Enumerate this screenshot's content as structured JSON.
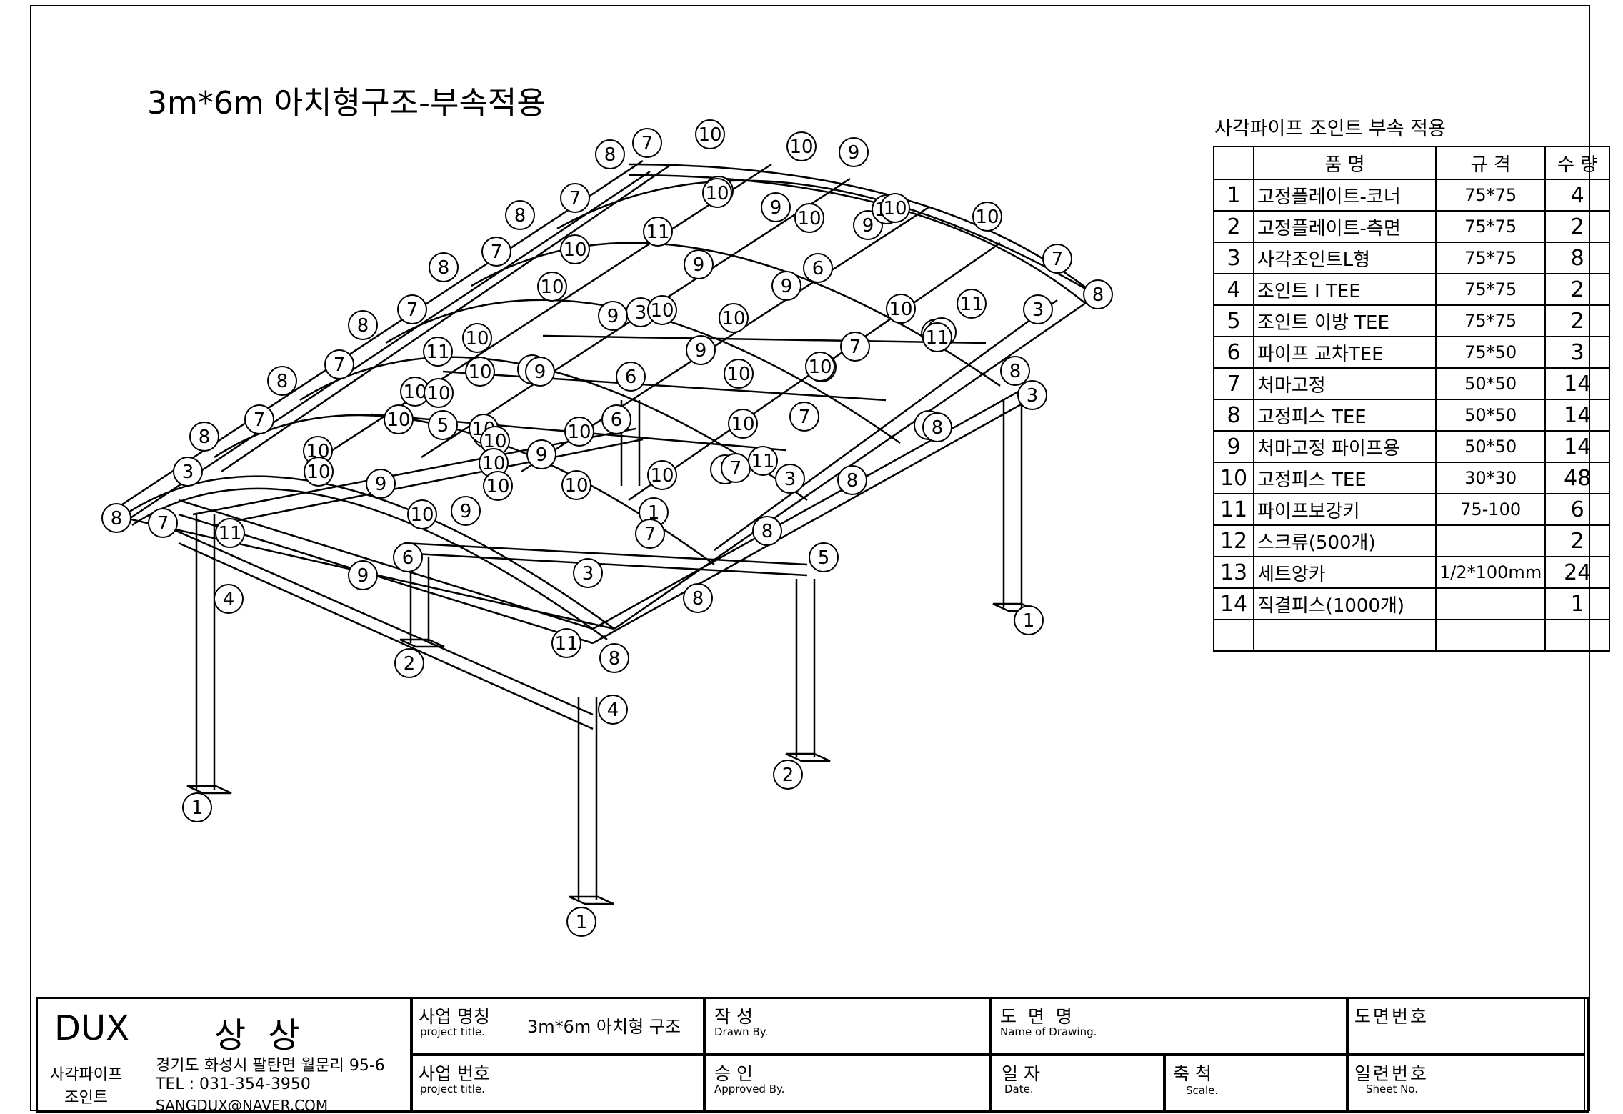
{
  "drawing_title": "3m*6m 아치형구조-부속적용",
  "parts_table": {
    "caption": "사각파이프 조인트 부속 적용",
    "headers": {
      "name": "품        명",
      "spec": "규   격",
      "qty": "수  량"
    },
    "rows": [
      {
        "no": "1",
        "name": "고정플레이트-코너",
        "spec": "75*75",
        "qty": "4"
      },
      {
        "no": "2",
        "name": "고정플레이트-측면",
        "spec": "75*75",
        "qty": "2"
      },
      {
        "no": "3",
        "name": "사각조인트L형",
        "spec": "75*75",
        "qty": "8"
      },
      {
        "no": "4",
        "name": "조인트 I TEE",
        "spec": "75*75",
        "qty": "2"
      },
      {
        "no": "5",
        "name": "조인트 이방 TEE",
        "spec": "75*75",
        "qty": "2"
      },
      {
        "no": "6",
        "name": "파이프 교차TEE",
        "spec": "75*50",
        "qty": "3"
      },
      {
        "no": "7",
        "name": "처마고정",
        "spec": "50*50",
        "qty": "14"
      },
      {
        "no": "8",
        "name": "고정피스 TEE",
        "spec": "50*50",
        "qty": "14"
      },
      {
        "no": "9",
        "name": "처마고정 파이프용",
        "spec": "50*50",
        "qty": "14"
      },
      {
        "no": "10",
        "name": "고정피스 TEE",
        "spec": "30*30",
        "qty": "48"
      },
      {
        "no": "11",
        "name": "파이프보강키",
        "spec": "75-100",
        "qty": "6"
      },
      {
        "no": "12",
        "name": "스크류(500개)",
        "spec": "",
        "qty": "2"
      },
      {
        "no": "13",
        "name": "세트앙카",
        "spec": "1/2*100mm",
        "qty": "24"
      },
      {
        "no": "14",
        "name": "직결피스(1000개)",
        "spec": "",
        "qty": "1"
      },
      {
        "no": "",
        "name": "",
        "spec": "",
        "qty": ""
      }
    ]
  },
  "title_block": {
    "company": "DUX",
    "company_korean": "상 상",
    "product_line": "사각파이프\n조인트",
    "address": "경기도 화성시 팔탄면 월문리 95-6",
    "tel": "TEL : 031-354-3950",
    "email": "SANGDUX@NAVER.COM",
    "project_name_label": "사업 명칭",
    "project_name_sub": "project title.",
    "project_name_value": "3m*6m 아치형 구조",
    "project_no_label": "사업 번호",
    "project_no_sub": "project title.",
    "drawn_label": "작    성",
    "drawn_sub": "Drawn By.",
    "approved_label": "승    인",
    "approved_sub": "Approved By.",
    "drawing_name_label": "도 면 명",
    "drawing_name_sub": "Name of Drawing.",
    "date_label": "일  자",
    "date_sub": "Date.",
    "scale_label": "축  척",
    "scale_sub": "Scale.",
    "drawing_no_label": "도면번호",
    "sheet_no_label": "일련번호",
    "sheet_no_sub": "Sheet No."
  },
  "callouts": [
    {
      "label": "1"
    },
    {
      "label": "1"
    },
    {
      "label": "1"
    },
    {
      "label": "1"
    },
    {
      "label": "2"
    },
    {
      "label": "2"
    },
    {
      "label": "3"
    },
    {
      "label": "3"
    },
    {
      "label": "3"
    },
    {
      "label": "3"
    },
    {
      "label": "3"
    },
    {
      "label": "3"
    },
    {
      "label": "4"
    },
    {
      "label": "4"
    },
    {
      "label": "5"
    },
    {
      "label": "5"
    },
    {
      "label": "6"
    },
    {
      "label": "6"
    },
    {
      "label": "6"
    },
    {
      "label": "6"
    },
    {
      "label": "7"
    },
    {
      "label": "7"
    },
    {
      "label": "7"
    },
    {
      "label": "7"
    },
    {
      "label": "7"
    },
    {
      "label": "7"
    },
    {
      "label": "7"
    },
    {
      "label": "7"
    },
    {
      "label": "7"
    },
    {
      "label": "7"
    },
    {
      "label": "7"
    },
    {
      "label": "7"
    },
    {
      "label": "7"
    },
    {
      "label": "7"
    },
    {
      "label": "7"
    },
    {
      "label": "8"
    },
    {
      "label": "8"
    },
    {
      "label": "8"
    },
    {
      "label": "8"
    },
    {
      "label": "8"
    },
    {
      "label": "8"
    },
    {
      "label": "8"
    },
    {
      "label": "8"
    },
    {
      "label": "8"
    },
    {
      "label": "8"
    },
    {
      "label": "8"
    },
    {
      "label": "8"
    },
    {
      "label": "8"
    },
    {
      "label": "8"
    },
    {
      "label": "8"
    },
    {
      "label": "9"
    },
    {
      "label": "9"
    },
    {
      "label": "9"
    },
    {
      "label": "9"
    },
    {
      "label": "9"
    },
    {
      "label": "9"
    },
    {
      "label": "9"
    },
    {
      "label": "9"
    },
    {
      "label": "9"
    },
    {
      "label": "9"
    },
    {
      "label": "9"
    },
    {
      "label": "9"
    },
    {
      "label": "9"
    },
    {
      "label": "9"
    },
    {
      "label": "10"
    },
    {
      "label": "10"
    },
    {
      "label": "10"
    },
    {
      "label": "10"
    },
    {
      "label": "10"
    },
    {
      "label": "10"
    },
    {
      "label": "10"
    },
    {
      "label": "10"
    },
    {
      "label": "10"
    },
    {
      "label": "10"
    },
    {
      "label": "10"
    },
    {
      "label": "10"
    },
    {
      "label": "10"
    },
    {
      "label": "10"
    },
    {
      "label": "10"
    },
    {
      "label": "10"
    },
    {
      "label": "10"
    },
    {
      "label": "10"
    },
    {
      "label": "10"
    },
    {
      "label": "10"
    },
    {
      "label": "10"
    },
    {
      "label": "10"
    },
    {
      "label": "10"
    },
    {
      "label": "10"
    },
    {
      "label": "10"
    },
    {
      "label": "10"
    },
    {
      "label": "10"
    },
    {
      "label": "10"
    },
    {
      "label": "10"
    },
    {
      "label": "10"
    },
    {
      "label": "10"
    },
    {
      "label": "10"
    },
    {
      "label": "11"
    },
    {
      "label": "11"
    },
    {
      "label": "11"
    },
    {
      "label": "11"
    },
    {
      "label": "11"
    },
    {
      "label": "11"
    },
    {
      "label": "11"
    }
  ]
}
